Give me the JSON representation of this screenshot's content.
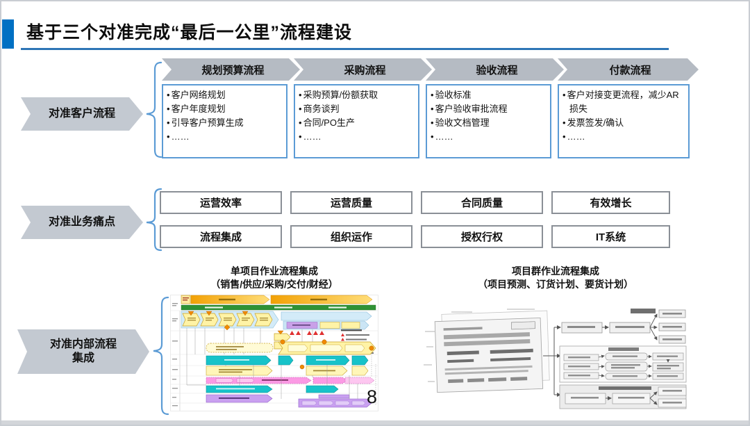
{
  "palette": {
    "accent_blue": "#0070C3",
    "underline_blue": "#2E75B6",
    "connector_blue": "#5B9BD5",
    "chevron_gray": "#B5BBC3",
    "label_gray": "#C3C9D1",
    "box_border_blue": "#5B9BD5",
    "box_border_gray": "#8A8F96"
  },
  "title": "基于三个对准完成“最后一公里”流程建设",
  "page_number": "8",
  "sections": [
    {
      "label": "对准客户流程",
      "columns": [
        {
          "header": "规划预算流程",
          "items": [
            "客户网络规划",
            "客户年度规划",
            "引导客户预算生成",
            "……"
          ]
        },
        {
          "header": "采购流程",
          "items": [
            "采购预算/份额获取",
            "商务谈判",
            "合同/PO生产",
            "……"
          ]
        },
        {
          "header": "验收流程",
          "items": [
            "验收标准",
            "客户验收审批流程",
            "验收文档管理",
            "……"
          ]
        },
        {
          "header": "付款流程",
          "items": [
            "客户对接变更流程，减少AR损失",
            "发票签发/确认",
            "……"
          ]
        }
      ]
    },
    {
      "label": "对准业务痛点",
      "grid": [
        [
          "运营效率",
          "运营质量",
          "合同质量",
          "有效增长"
        ],
        [
          "流程集成",
          "组织运作",
          "授权行权",
          "IT系统"
        ]
      ]
    },
    {
      "label_lines": [
        "对准内部流程",
        "集成"
      ],
      "figures": [
        {
          "caption_lines": [
            "单项目作业流程集成",
            "（销售/供应/采购/交付/财经）"
          ]
        },
        {
          "caption_lines": [
            "项目群作业流程集成",
            "（项目预测、订货计划、要货计划）"
          ]
        }
      ]
    }
  ]
}
